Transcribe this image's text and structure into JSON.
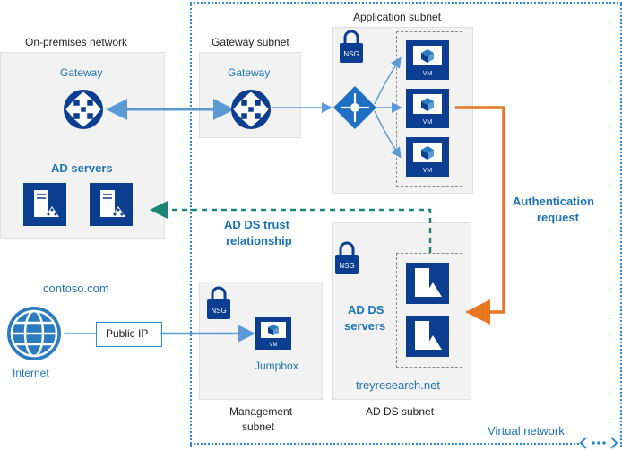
{
  "labels": {
    "onprem": "On-premises network",
    "gateway_subnet": "Gateway subnet",
    "application_subnet": "Application subnet",
    "gateway_onprem": "Gateway",
    "gateway_azure": "Gateway",
    "ad_servers": "AD servers",
    "trust_line1": "AD DS trust",
    "trust_line2": "relationship",
    "auth_line1": "Authentication",
    "auth_line2": "request",
    "contoso": "contoso.com",
    "internet": "Internet",
    "public_ip": "Public IP",
    "jumpbox": "Jumpbox",
    "mgmt_line1": "Management",
    "mgmt_line2": "subnet",
    "adds_servers_line1": "AD DS",
    "adds_servers_line2": "servers",
    "treyresearch": "treyresearch.net",
    "adds_subnet": "AD DS subnet",
    "virtual_network": "Virtual network",
    "nsg": "NSG",
    "vm": "VM"
  },
  "colors": {
    "accent_blue": "#1a73b8",
    "dark_blue": "#0b3d91",
    "orange": "#e87722",
    "teal": "#1b8577",
    "panel": "#f2f2f2"
  },
  "icons": [
    "router-icon",
    "load-balancer-icon",
    "vm-icon",
    "server-icon",
    "ad-server-icon",
    "lock-icon",
    "globe-icon",
    "vnet-icon"
  ]
}
